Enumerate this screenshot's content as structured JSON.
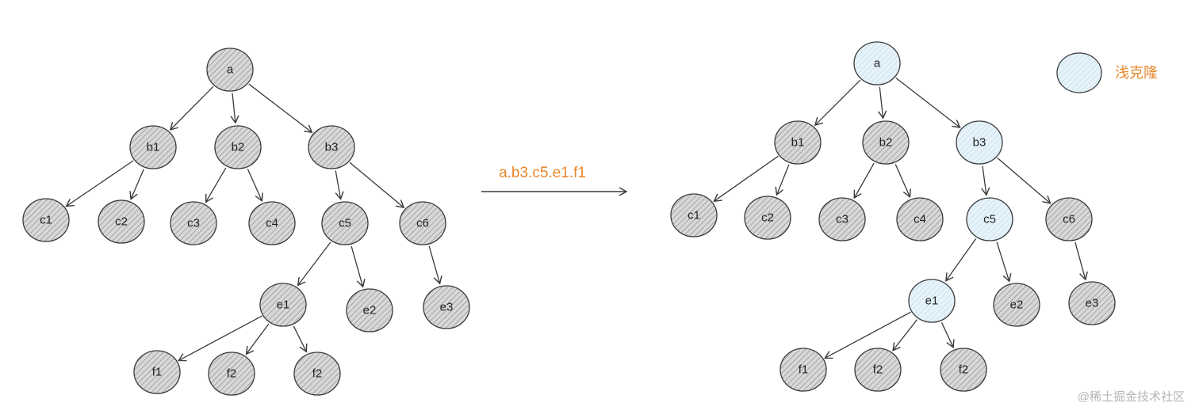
{
  "colors": {
    "node_fill": "#d8d8d8",
    "node_hatch": "#8a8a8a",
    "clone_fill": "#e6f3fb",
    "clone_hatch": "#a9c6d6",
    "stroke": "#3a3a3a",
    "accent": "#e8862a"
  },
  "transition": {
    "label": "a.b3.c5.e1.f1"
  },
  "legend": {
    "label": "浅克隆"
  },
  "watermark": "@稀土掘金技术社区",
  "trees": [
    {
      "id": "original",
      "nodes": [
        {
          "id": "a",
          "label": "a",
          "cloned": false
        },
        {
          "id": "b1",
          "label": "b1",
          "cloned": false
        },
        {
          "id": "b2",
          "label": "b2",
          "cloned": false
        },
        {
          "id": "b3",
          "label": "b3",
          "cloned": false
        },
        {
          "id": "c1",
          "label": "c1",
          "cloned": false
        },
        {
          "id": "c2",
          "label": "c2",
          "cloned": false
        },
        {
          "id": "c3",
          "label": "c3",
          "cloned": false
        },
        {
          "id": "c4",
          "label": "c4",
          "cloned": false
        },
        {
          "id": "c5",
          "label": "c5",
          "cloned": false
        },
        {
          "id": "c6",
          "label": "c6",
          "cloned": false
        },
        {
          "id": "e1",
          "label": "e1",
          "cloned": false
        },
        {
          "id": "e2",
          "label": "e2",
          "cloned": false
        },
        {
          "id": "e3",
          "label": "e3",
          "cloned": false
        },
        {
          "id": "f1",
          "label": "f1",
          "cloned": false
        },
        {
          "id": "f2a",
          "label": "f2",
          "cloned": false
        },
        {
          "id": "f2b",
          "label": "f2",
          "cloned": false
        }
      ],
      "edges": [
        [
          "a",
          "b1"
        ],
        [
          "a",
          "b2"
        ],
        [
          "a",
          "b3"
        ],
        [
          "b1",
          "c1"
        ],
        [
          "b1",
          "c2"
        ],
        [
          "b2",
          "c3"
        ],
        [
          "b2",
          "c4"
        ],
        [
          "b3",
          "c5"
        ],
        [
          "b3",
          "c6"
        ],
        [
          "c5",
          "e1"
        ],
        [
          "c5",
          "e2"
        ],
        [
          "c6",
          "e3"
        ],
        [
          "e1",
          "f1"
        ],
        [
          "e1",
          "f2a"
        ],
        [
          "e1",
          "f2b"
        ]
      ]
    },
    {
      "id": "cloned",
      "nodes": [
        {
          "id": "a",
          "label": "a",
          "cloned": true
        },
        {
          "id": "b1",
          "label": "b1",
          "cloned": false
        },
        {
          "id": "b2",
          "label": "b2",
          "cloned": false
        },
        {
          "id": "b3",
          "label": "b3",
          "cloned": true
        },
        {
          "id": "c1",
          "label": "c1",
          "cloned": false
        },
        {
          "id": "c2",
          "label": "c2",
          "cloned": false
        },
        {
          "id": "c3",
          "label": "c3",
          "cloned": false
        },
        {
          "id": "c4",
          "label": "c4",
          "cloned": false
        },
        {
          "id": "c5",
          "label": "c5",
          "cloned": true
        },
        {
          "id": "c6",
          "label": "c6",
          "cloned": false
        },
        {
          "id": "e1",
          "label": "e1",
          "cloned": true
        },
        {
          "id": "e2",
          "label": "e2",
          "cloned": false
        },
        {
          "id": "e3",
          "label": "e3",
          "cloned": false
        },
        {
          "id": "f1",
          "label": "f1",
          "cloned": false
        },
        {
          "id": "f2a",
          "label": "f2",
          "cloned": false
        },
        {
          "id": "f2b",
          "label": "f2",
          "cloned": false
        }
      ],
      "edges": [
        [
          "a",
          "b1"
        ],
        [
          "a",
          "b2"
        ],
        [
          "a",
          "b3"
        ],
        [
          "b1",
          "c1"
        ],
        [
          "b1",
          "c2"
        ],
        [
          "b2",
          "c3"
        ],
        [
          "b2",
          "c4"
        ],
        [
          "b3",
          "c5"
        ],
        [
          "b3",
          "c6"
        ],
        [
          "c5",
          "e1"
        ],
        [
          "c5",
          "e2"
        ],
        [
          "c6",
          "e3"
        ],
        [
          "e1",
          "f1"
        ],
        [
          "e1",
          "f2a"
        ],
        [
          "e1",
          "f2b"
        ]
      ]
    }
  ]
}
